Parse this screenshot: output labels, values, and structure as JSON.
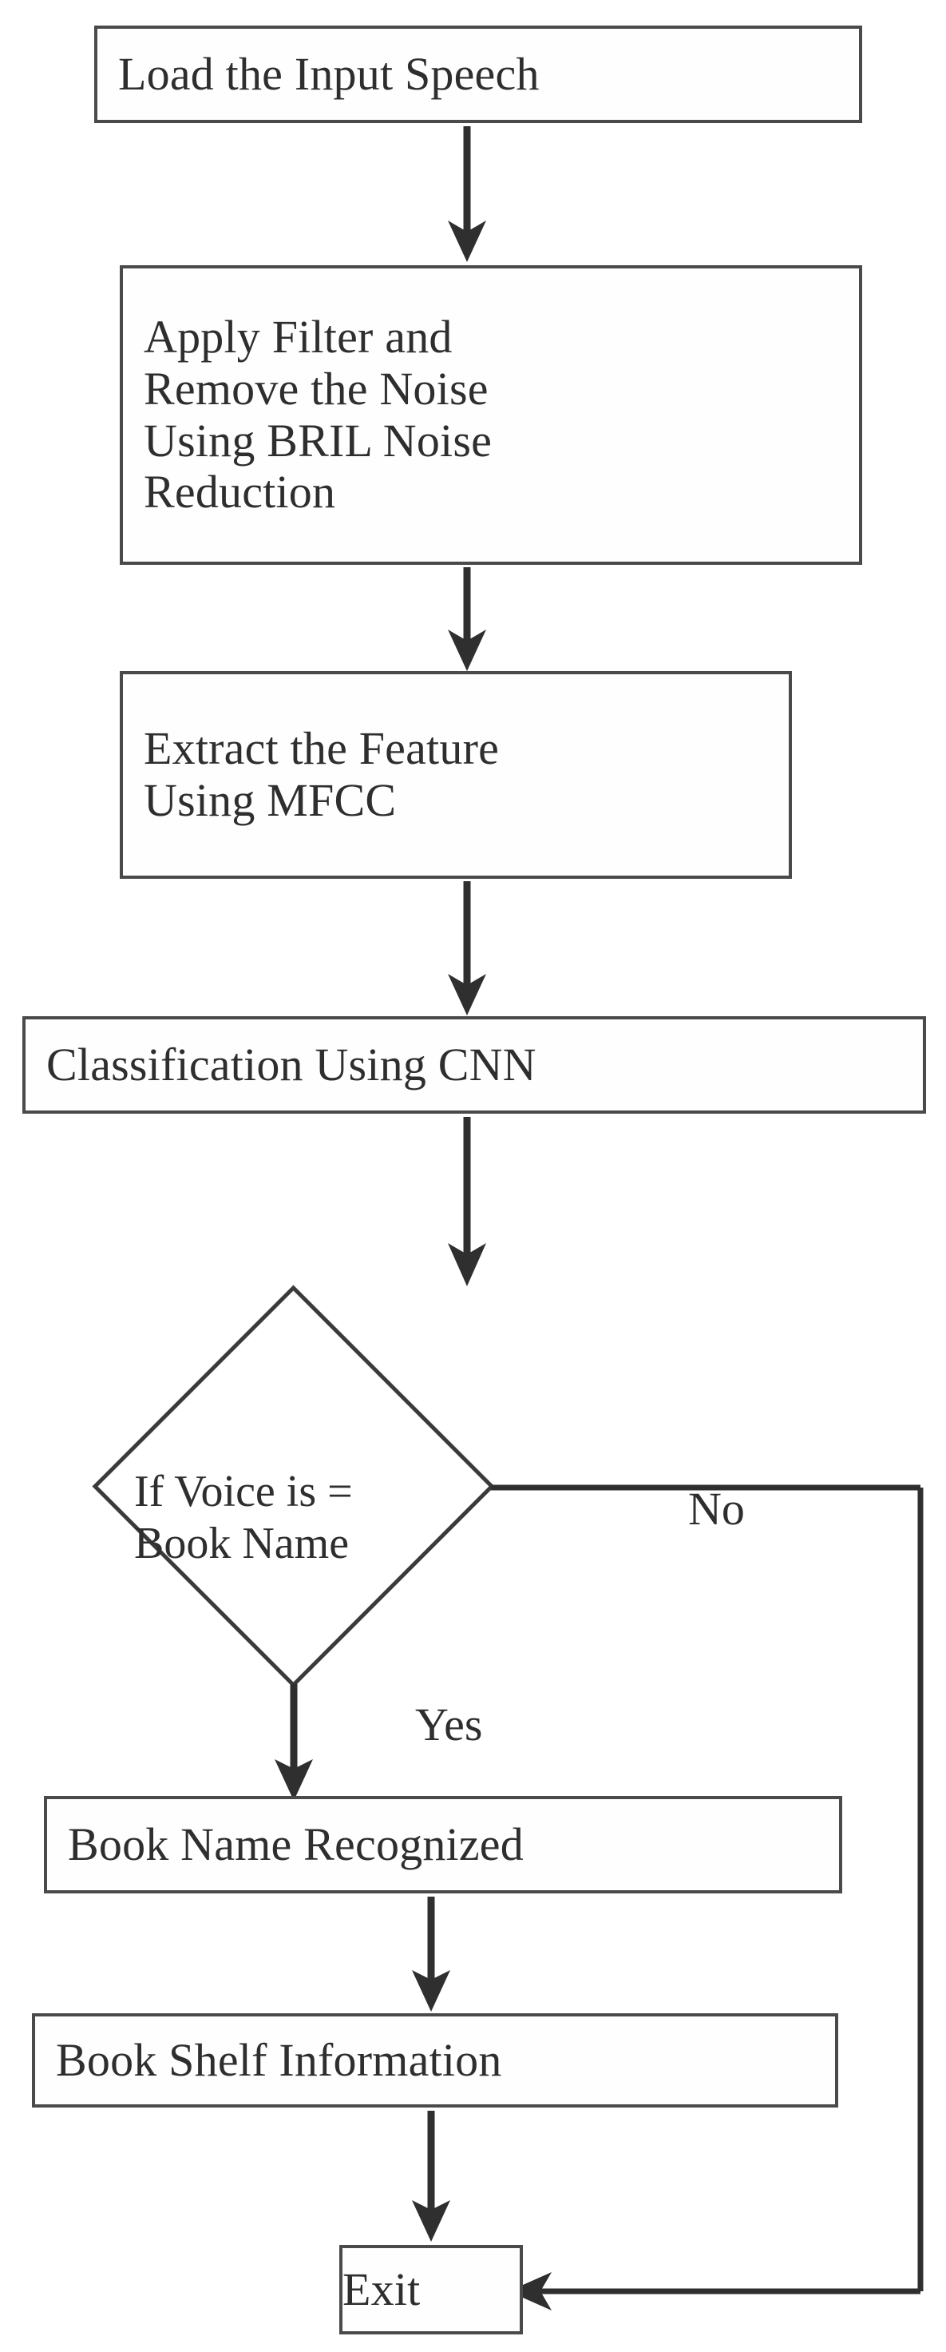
{
  "diagram": {
    "type": "flowchart",
    "title": "Speech based book shelf identification flow",
    "background": "#ffffff",
    "stroke_color": "#4a4a4a",
    "text_color": "#2e2e2e",
    "nodes": [
      {
        "id": "load",
        "shape": "process",
        "label": "Load the Input Speech"
      },
      {
        "id": "filter",
        "shape": "process",
        "label": "Apply Filter and\nRemove the Noise\nUsing BRIL Noise\nReduction"
      },
      {
        "id": "extract",
        "shape": "process",
        "label": "Extract the Feature\nUsing MFCC"
      },
      {
        "id": "classify",
        "shape": "process",
        "label": "Classification Using CNN"
      },
      {
        "id": "decision",
        "shape": "decision",
        "label": "If Voice is =\nBook Name"
      },
      {
        "id": "recognized",
        "shape": "process",
        "label": "Book Name Recognized"
      },
      {
        "id": "shelf",
        "shape": "process",
        "label": "Book Shelf Information"
      },
      {
        "id": "exit",
        "shape": "terminator",
        "label": "Exit"
      }
    ],
    "edges": [
      {
        "from": "load",
        "to": "filter",
        "label": ""
      },
      {
        "from": "filter",
        "to": "extract",
        "label": ""
      },
      {
        "from": "extract",
        "to": "classify",
        "label": ""
      },
      {
        "from": "classify",
        "to": "decision",
        "label": ""
      },
      {
        "from": "decision",
        "to": "recognized",
        "label": "Yes"
      },
      {
        "from": "recognized",
        "to": "shelf",
        "label": ""
      },
      {
        "from": "shelf",
        "to": "exit",
        "label": ""
      },
      {
        "from": "decision",
        "to": "exit",
        "label": "No"
      }
    ],
    "edge_labels": {
      "yes": "Yes",
      "no": "No"
    }
  }
}
